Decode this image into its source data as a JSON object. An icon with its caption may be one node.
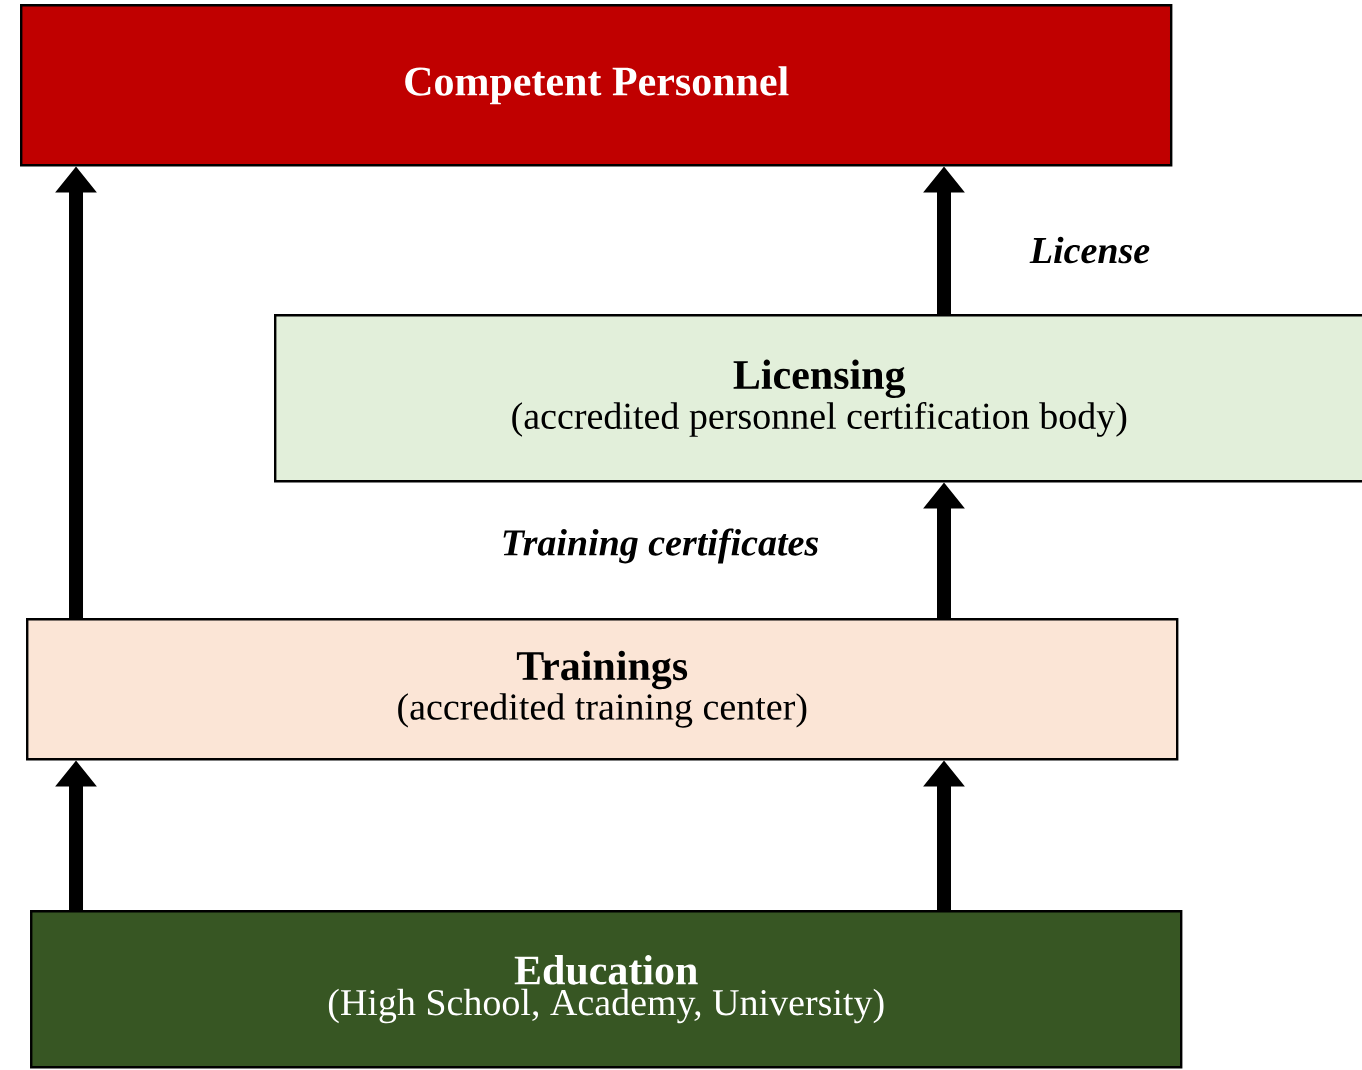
{
  "diagram": {
    "nodes": [
      {
        "text": [
          "Competent Personnel"
        ]
      },
      {
        "text": [
          "Licensing",
          "(accredited personnel certification body)"
        ]
      },
      {
        "text": [
          "Trainings",
          "(accredited training center)"
        ]
      },
      {
        "text": [
          "Education",
          "(High School, Academy, University)"
        ]
      }
    ],
    "edges": [
      {
        "from": 3,
        "to": 2,
        "arrow": "to"
      },
      {
        "from": 3,
        "to": 2,
        "arrow": "to"
      },
      {
        "from": 2,
        "to": 0,
        "arrow": "to"
      },
      {
        "from": 2,
        "to": 1,
        "arrow": "to",
        "label": "Training certificates"
      },
      {
        "from": 1,
        "to": 0,
        "arrow": "to",
        "label": "License"
      }
    ]
  }
}
